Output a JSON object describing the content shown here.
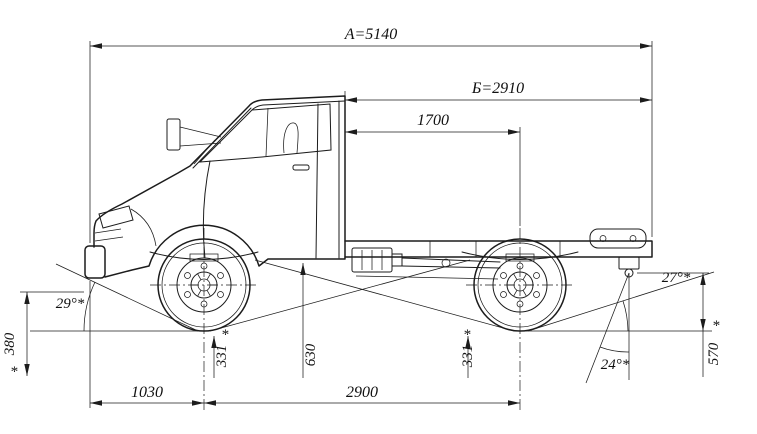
{
  "drawing": {
    "background": "#ffffff",
    "line_color": "#1c1c1c",
    "labels": {
      "overall_length": "А=5140",
      "cab_to_rear": "Б=2910",
      "cab_to_rear_axle": "1700",
      "front_overhang": "1030",
      "wheelbase": "2900",
      "approach_angle": "29°*",
      "departure_angle": "27°*",
      "hitch_angle": "24°*",
      "front_height": "380",
      "front_axle_height": "331",
      "mid_height": "630",
      "rear_axle_height": "331",
      "hitch_height": "570",
      "footnote": "*"
    }
  }
}
